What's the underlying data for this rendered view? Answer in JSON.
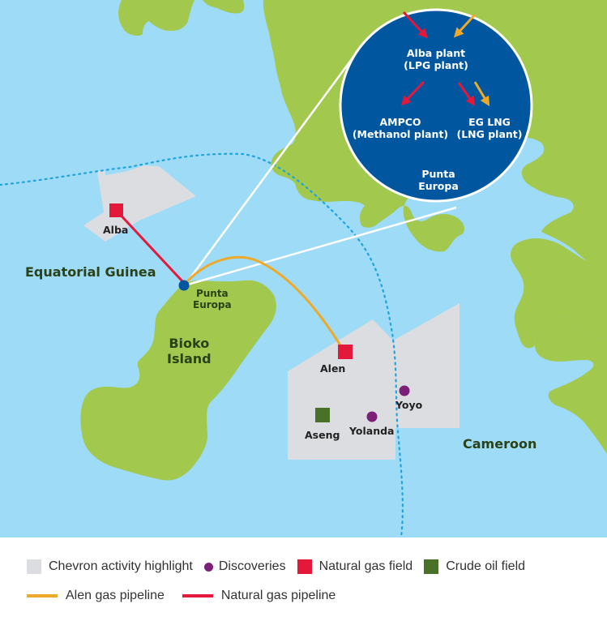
{
  "colors": {
    "water": "#9ddbf6",
    "land": "#a2c84e",
    "activity": "#dcdde0",
    "inset_circle": "#0057a0",
    "natural_gas_field": "#e3183b",
    "crude_oil_field": "#4a7128",
    "discovery": "#7b1f79",
    "alen_pipeline": "#eea929",
    "natural_gas_pipeline": "#e3183b",
    "border": "#1fa3de",
    "label_dark_green": "#2b4219"
  },
  "map": {
    "countries": [
      {
        "name": "Equatorial Guinea"
      },
      {
        "name": "Cameroon"
      }
    ],
    "island": {
      "line1": "Bioko",
      "line2": "Island"
    },
    "terminal": {
      "line1": "Punta",
      "line2": "Europa"
    },
    "fields": [
      {
        "name": "Alba",
        "type": "Natural gas field"
      },
      {
        "name": "Alen",
        "type": "Natural gas field"
      },
      {
        "name": "Aseng",
        "type": "Crude oil field"
      }
    ],
    "discoveries": [
      {
        "name": "Yoyo"
      },
      {
        "name": "Yolanda"
      }
    ],
    "inset": {
      "top": {
        "line1": "Alba plant",
        "line2": "(LPG plant)"
      },
      "left": {
        "line1": "AMPCO",
        "line2": "(Methanol plant)"
      },
      "right": {
        "line1": "EG LNG",
        "line2": "(LNG plant)"
      },
      "bottom": {
        "line1": "Punta",
        "line2": "Europa"
      }
    }
  },
  "legend": {
    "row1": [
      {
        "label": "Chevron activity highlight",
        "swatch": "square",
        "color": "#dcdde0"
      },
      {
        "label": "Discoveries",
        "swatch": "dot",
        "color": "#7b1f79"
      },
      {
        "label": "Natural gas field",
        "swatch": "square",
        "color": "#e3183b"
      },
      {
        "label": "Crude oil field",
        "swatch": "square",
        "color": "#4a7128"
      }
    ],
    "row2": [
      {
        "label": "Alen gas pipeline",
        "swatch": "line",
        "color": "#eea929"
      },
      {
        "label": "Natural gas pipeline",
        "swatch": "line",
        "color": "#e3183b"
      }
    ]
  }
}
